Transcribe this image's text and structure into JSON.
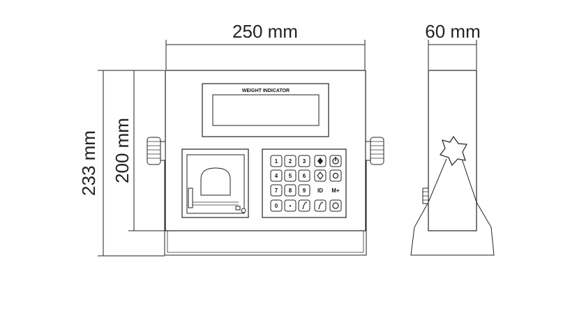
{
  "dimensions": {
    "width": "250 mm",
    "depth": "60 mm",
    "total_height": "233 mm",
    "panel_height": "200 mm"
  },
  "display": {
    "label": "WEIGHT INDICATOR"
  },
  "keypad": {
    "rows": [
      [
        "1",
        "2",
        "3",
        "",
        ""
      ],
      [
        "4",
        "5",
        "6",
        "",
        ""
      ],
      [
        "7",
        "8",
        "9",
        "ID",
        "M+"
      ],
      [
        "0",
        "•",
        "",
        "",
        ""
      ]
    ]
  }
}
